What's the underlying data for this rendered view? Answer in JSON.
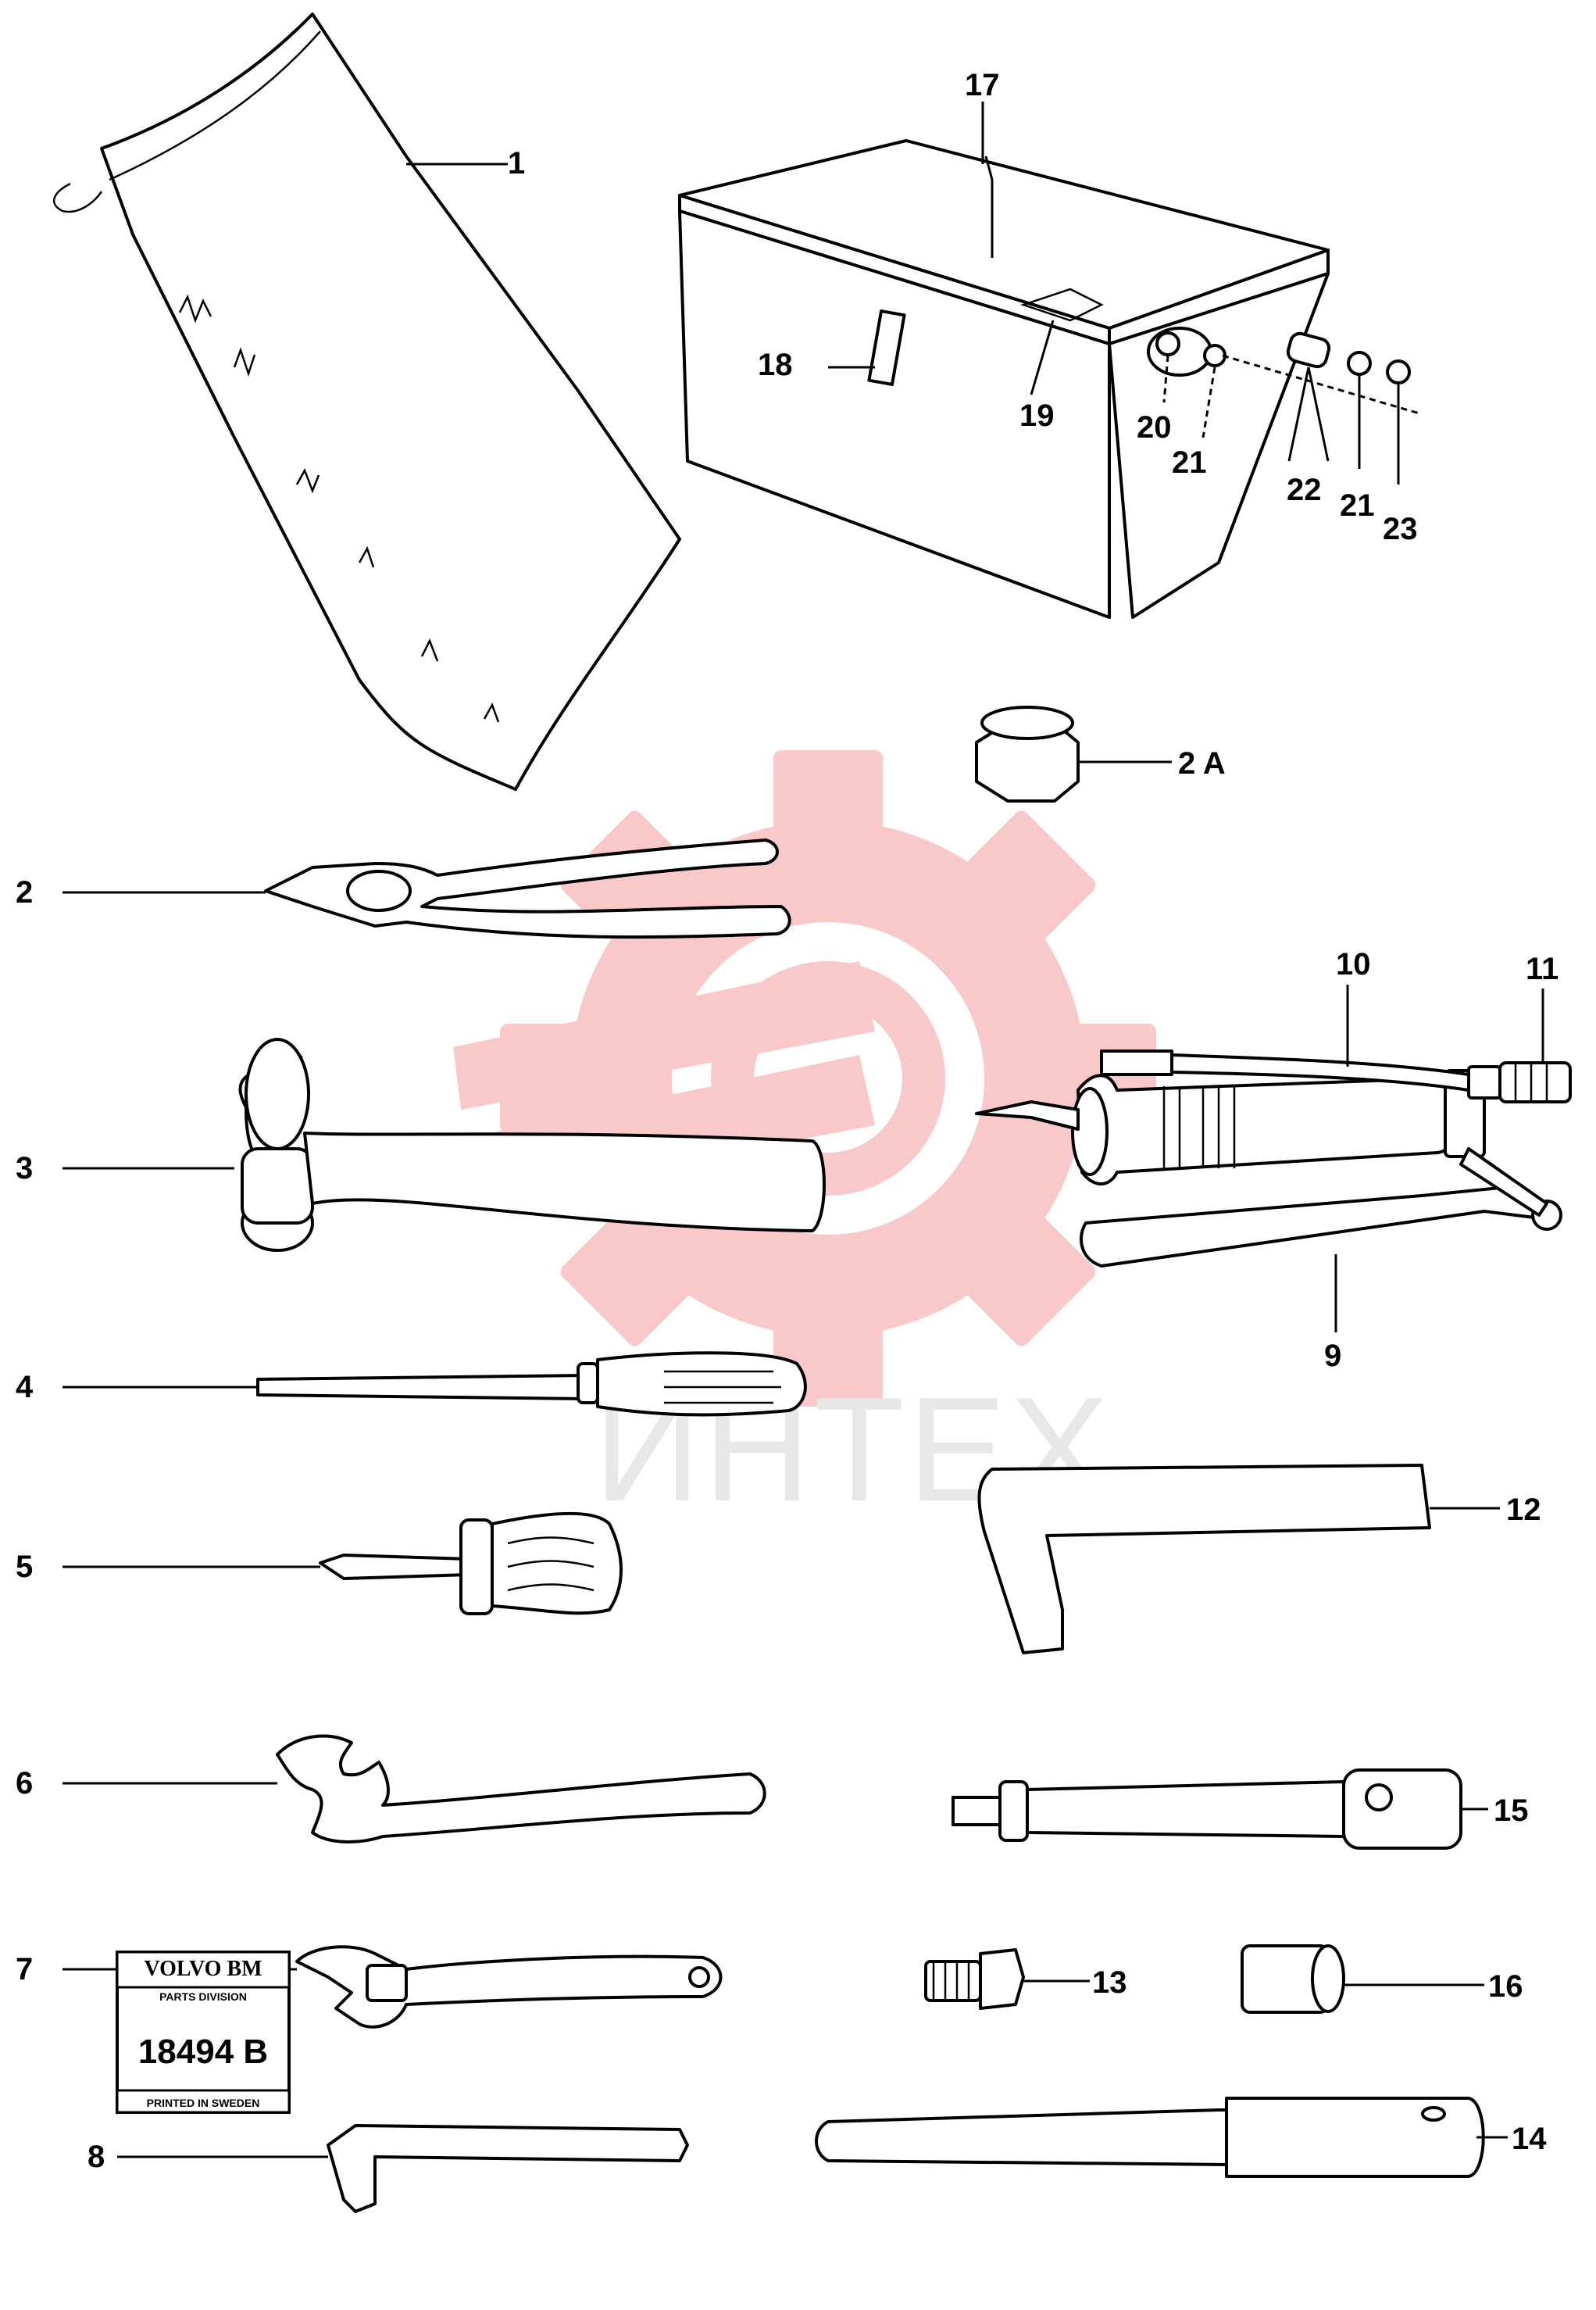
{
  "watermark": {
    "text": "ИНТЕХ",
    "logo_color": "#f7b3b3"
  },
  "plate": {
    "brand": "VOLVO BM",
    "division": "PARTS DIVISION",
    "number": "18494 B",
    "printed": "PRINTED IN SWEDEN"
  },
  "callouts": {
    "c1": "1",
    "c2": "2",
    "c2a": "2 A",
    "c3": "3",
    "c4": "4",
    "c5": "5",
    "c6": "6",
    "c7": "7",
    "c8": "8",
    "c9": "9",
    "c10": "10",
    "c11": "11",
    "c12": "12",
    "c13": "13",
    "c14": "14",
    "c15": "15",
    "c16": "16",
    "c17": "17",
    "c18": "18",
    "c19": "19",
    "c20": "20",
    "c21a": "21",
    "c21b": "21",
    "c22": "22",
    "c23": "23"
  }
}
